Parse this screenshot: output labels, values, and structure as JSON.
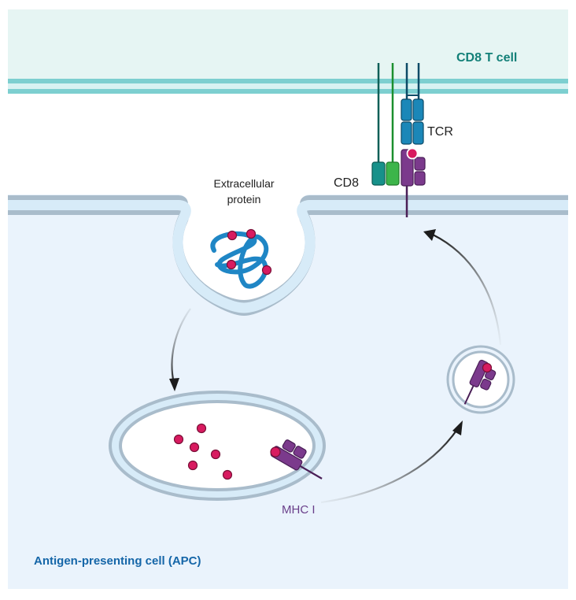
{
  "labels": {
    "t_cell": "CD8 T cell",
    "apc": "Antigen-presenting cell (APC)",
    "extracellular_line1": "Extracellular",
    "extracellular_line2": "protein",
    "tcr": "TCR",
    "cd8": "CD8",
    "mhc": "MHC I"
  },
  "colors": {
    "t_cell_bg": "#e6f5f3",
    "t_cell_membrane": "#7dcfd0",
    "apc_bg": "#eaf3fc",
    "apc_membrane": "#a9bccb",
    "vesicle_fill": "#d7ebf8",
    "antigen": "#d81b60",
    "protein": "#1f86c5",
    "mhc": "#7b3a8c",
    "tcr": "#1b87b8",
    "cd8_teal": "#17918a",
    "cd8_green": "#3cb54a",
    "t_cell_label": "#138078",
    "apc_label": "#1566a8",
    "mhc_label": "#6a3f8a"
  },
  "icons": [
    "extracellular-protein-coil",
    "antigen-dot",
    "mhc-i-molecule",
    "tcr-receptor",
    "cd8-coreceptor",
    "transport-vesicle",
    "curved-arrow"
  ]
}
